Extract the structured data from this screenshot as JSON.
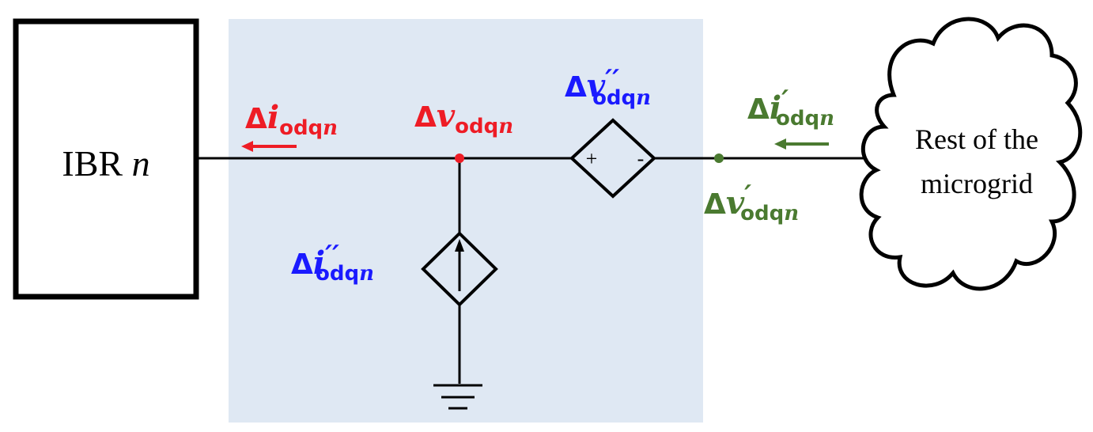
{
  "blocks": {
    "ibr": {
      "name": "IBR",
      "index": "n"
    },
    "grid": {
      "line1": "Rest of the",
      "line2": "microgrid"
    }
  },
  "labels": {
    "i_odq": {
      "prefix": "Δ",
      "symbol": "i",
      "prime": "",
      "sub": "odq",
      "idx": "n"
    },
    "v_odq": {
      "prefix": "Δ",
      "symbol": "v",
      "prime": "",
      "sub": "odq",
      "idx": "n"
    },
    "v_pp": {
      "prefix": "Δ",
      "symbol": "v",
      "prime": "′′",
      "sub": "odq",
      "idx": "n"
    },
    "i_pp": {
      "prefix": "Δ",
      "symbol": "i",
      "prime": "′′",
      "sub": "odq",
      "idx": "n"
    },
    "i_p": {
      "prefix": "Δ",
      "symbol": "i",
      "prime": "′",
      "sub": "odq",
      "idx": "n"
    },
    "v_p": {
      "prefix": "Δ",
      "symbol": "v",
      "prime": "′",
      "sub": "odq",
      "idx": "n"
    }
  },
  "source_signs": {
    "plus": "+",
    "minus": "-"
  },
  "colors": {
    "red": "#ee1c25",
    "blue": "#1a1aff",
    "green": "#4a7a30",
    "panel": "#dfe8f3",
    "wire": "#000000"
  }
}
